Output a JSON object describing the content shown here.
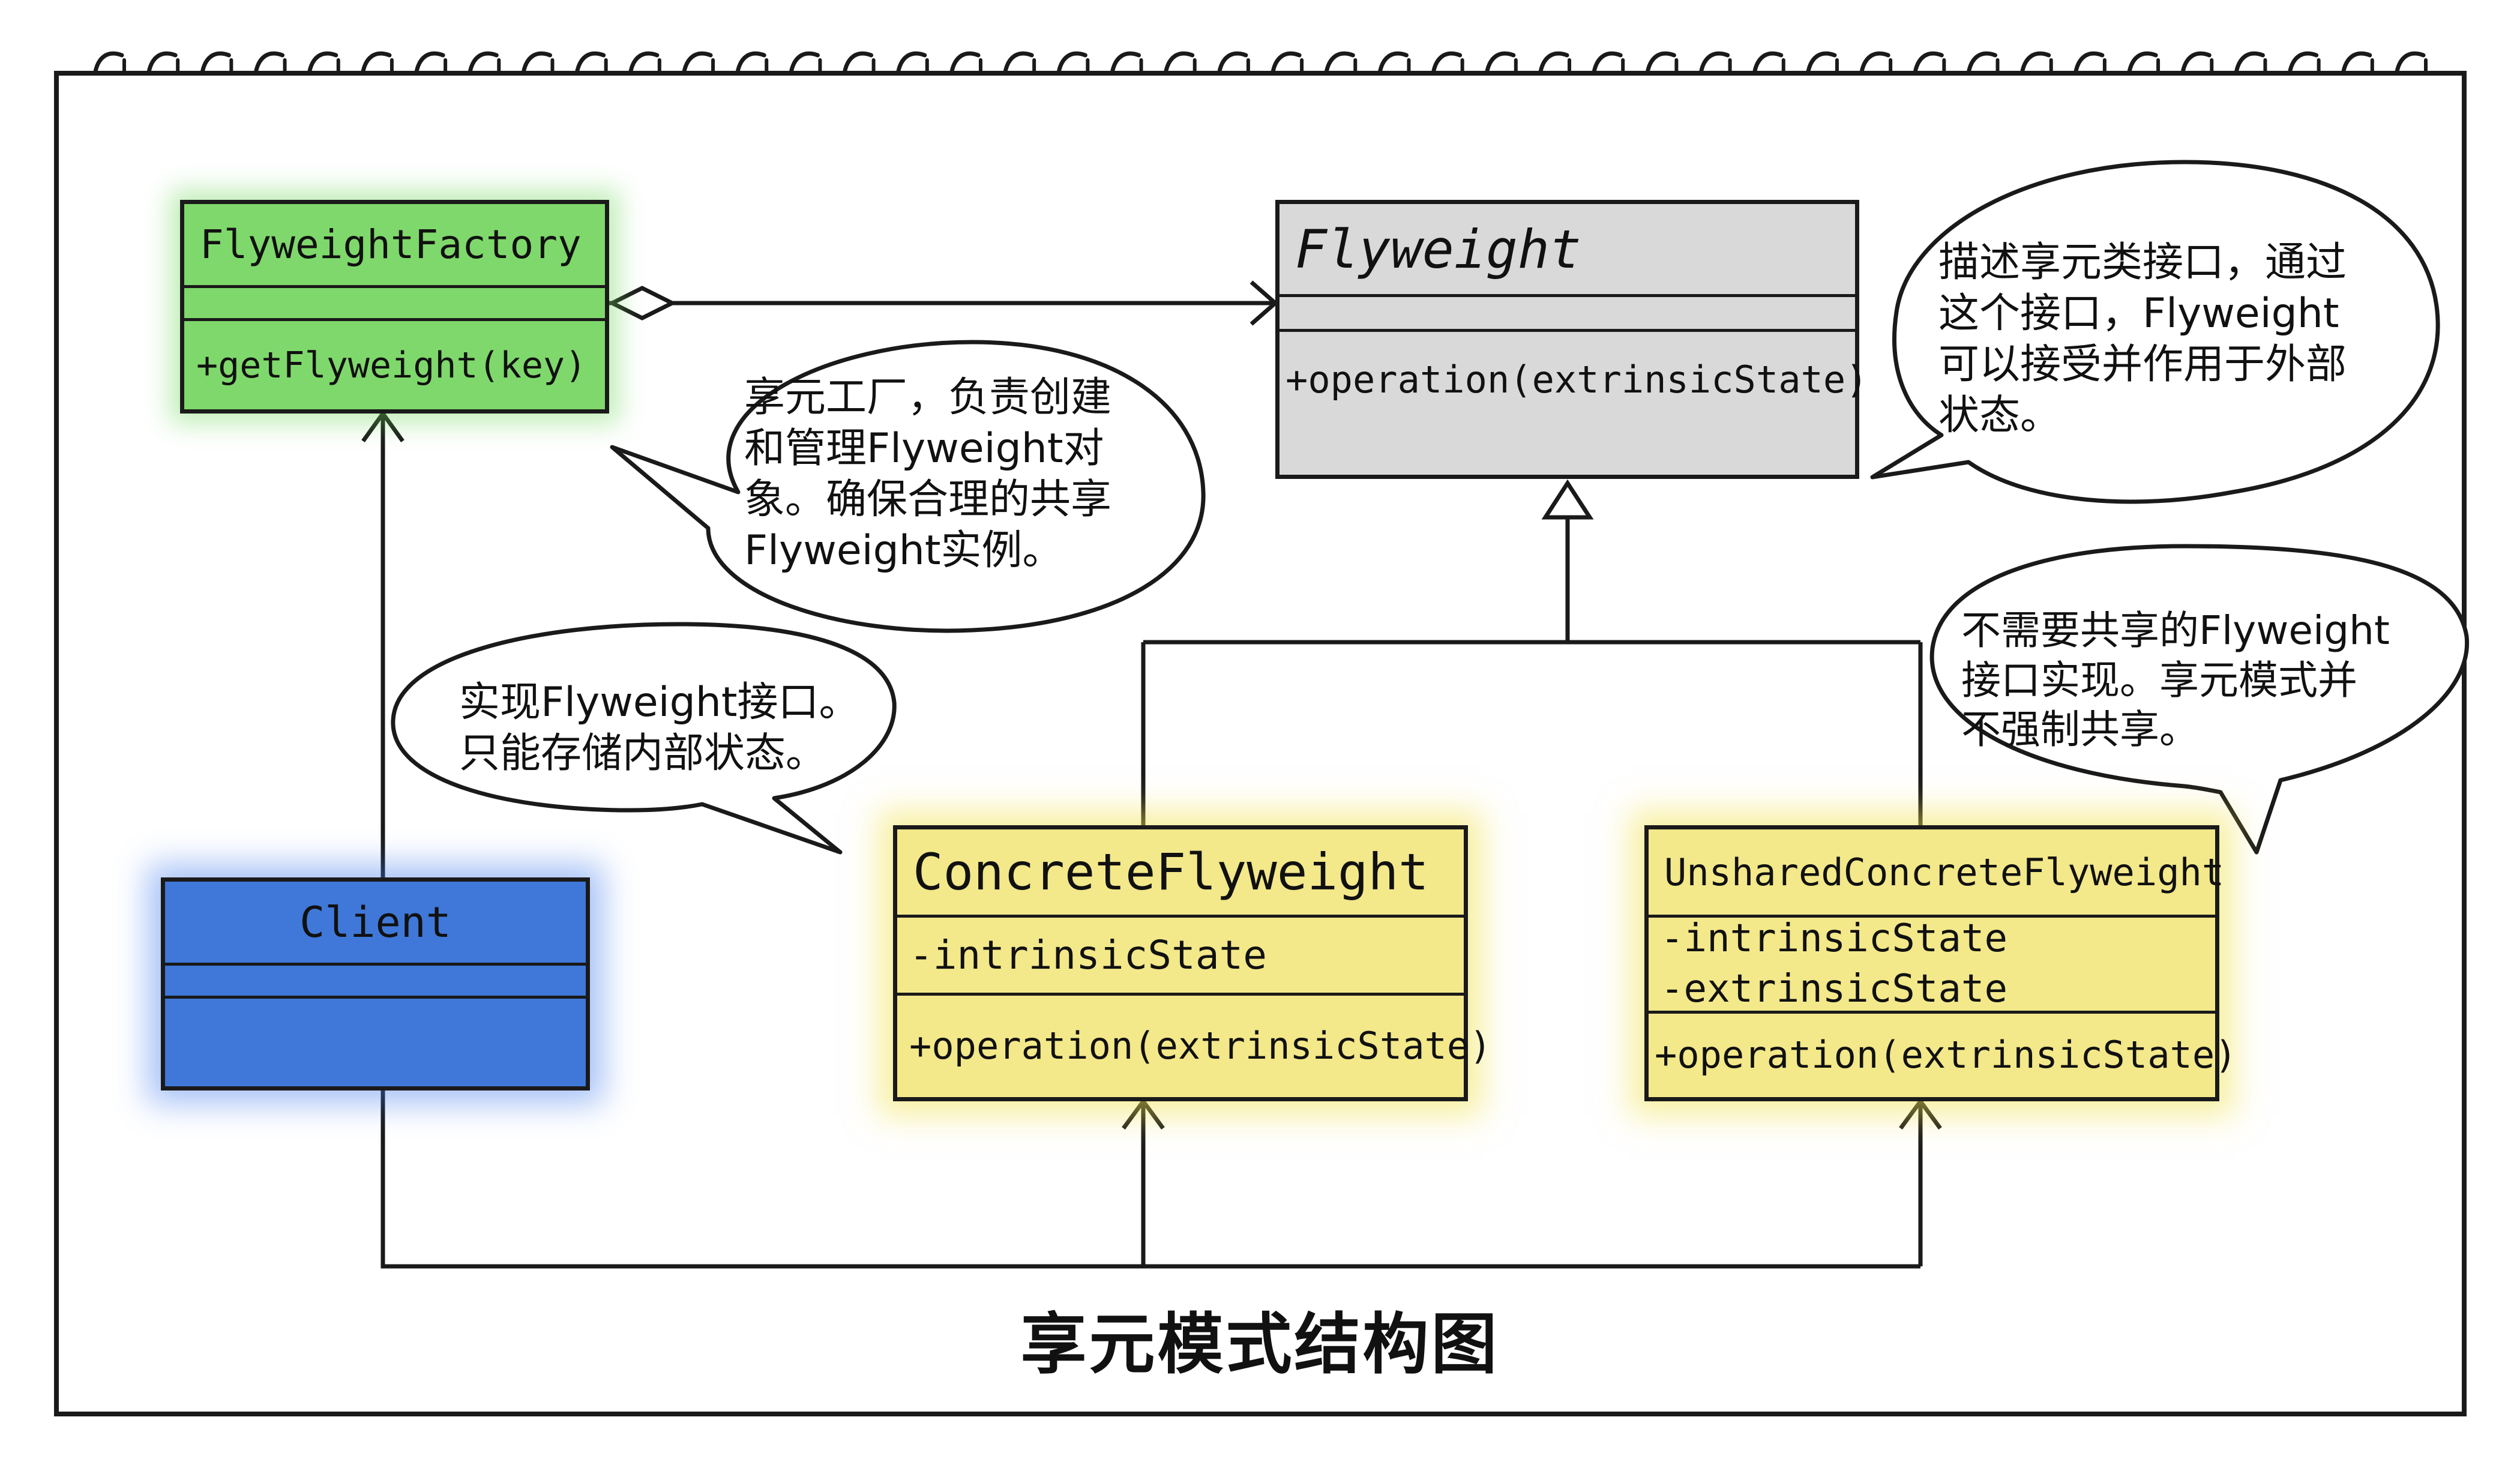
{
  "title": "享元模式结构图",
  "colors": {
    "factory_fill": "#7fd86b",
    "client_fill": "#3f78d8",
    "concrete_fill": "#f3e88a",
    "flyweight_fill": "#d9d9d9",
    "stroke": "#1a1a1a"
  },
  "classes": {
    "flyweight_factory": {
      "name": "FlyweightFactory",
      "methods": [
        "+getFlyweight(key)"
      ]
    },
    "flyweight": {
      "name": "Flyweight",
      "methods": [
        "+operation(extrinsicState)"
      ]
    },
    "client": {
      "name": "Client"
    },
    "concrete_flyweight": {
      "name": "ConcreteFlyweight",
      "attributes": [
        "-intrinsicState"
      ],
      "methods": [
        "+operation(extrinsicState)"
      ]
    },
    "unshared_concrete_flyweight": {
      "name": "UnsharedConcreteFlyweight",
      "attributes": [
        "-intrinsicState",
        "-extrinsicState"
      ],
      "methods": [
        "+operation(extrinsicState)"
      ]
    }
  },
  "notes": {
    "factory": [
      "享元工厂，负责创建",
      "和管理Flyweight对",
      "象。确保合理的共享",
      "Flyweight实例。"
    ],
    "flyweight": [
      "描述享元类接口，通过",
      "这个接口，Flyweight",
      "可以接受并作用于外部",
      "状态。"
    ],
    "concrete": [
      "实现Flyweight接口。",
      "只能存储内部状态。"
    ],
    "unshared": [
      "不需要共享的Flyweight",
      "接口实现。享元模式并",
      "不强制共享。"
    ]
  }
}
